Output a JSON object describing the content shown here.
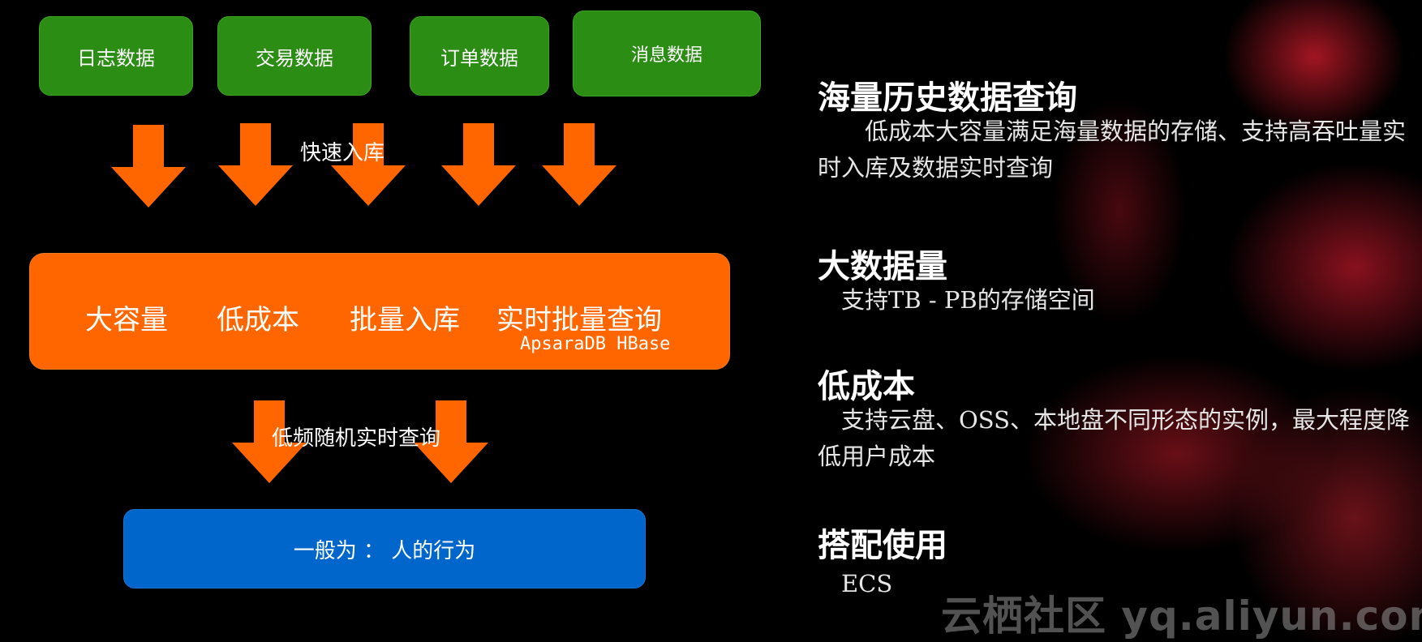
{
  "sources": [
    "日志数据",
    "交易数据",
    "订单数据",
    "消息数据"
  ],
  "ingest_label": "快速入库",
  "hbase": {
    "features": [
      "大容量",
      "低成本",
      "批量入库",
      "实时批量查询"
    ],
    "name": "ApsaraDB HBase"
  },
  "query_label": "低频随机实时查询",
  "behavior": "一般为 ： 人的行为",
  "right_sections": [
    {
      "title": "海量历史数据查询",
      "body": "　　低成本大容量满足海量数据的存储、支持高吞吐量实时入库及数据实时查询"
    },
    {
      "title": "大数据量",
      "body": "　支持TB - PB的存储空间"
    },
    {
      "title": "低成本",
      "body": "　支持云盘、OSS、本地盘不同形态的实例，最大程度降低用户成本"
    },
    {
      "title": "搭配使用",
      "body": "　ECS"
    }
  ],
  "watermark": "云栖社区 yq.aliyun.com",
  "colors": {
    "source_box": "#2c8d15",
    "arrow": "#ff6600",
    "hbase_box": "#ff6600",
    "behavior_box": "#0066cc",
    "background": "#000000"
  }
}
